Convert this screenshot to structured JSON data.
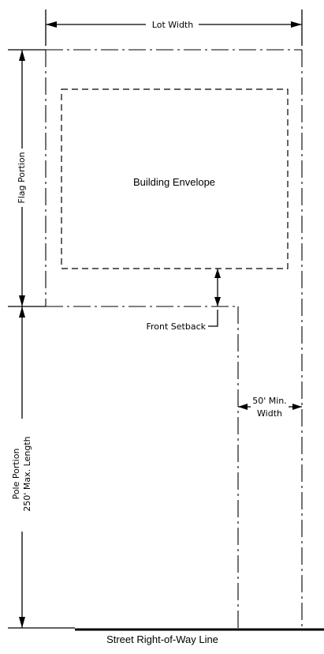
{
  "labels": {
    "lot_width": "Lot Width",
    "flag_portion": "Flag Portion",
    "building_envelope": "Building Envelope",
    "front_setback": "Front Setback",
    "min_width_line1": "50' Min.",
    "min_width_line2": "Width",
    "pole_portion_line1": "Pole Portion",
    "pole_portion_line2": "250' Max. Length",
    "street_line": "Street Right-of-Way Line"
  },
  "colors": {
    "building_fill": "#c8c8c8",
    "line": "#000000",
    "background": "#ffffff"
  }
}
